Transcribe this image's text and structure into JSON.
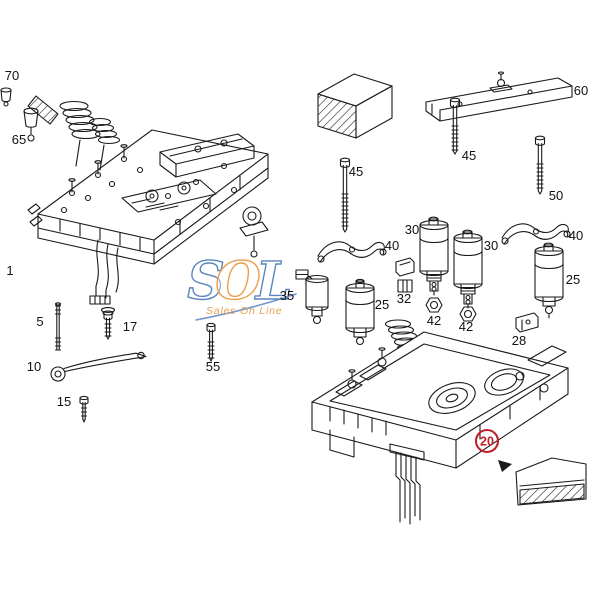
{
  "watermark": {
    "letter_s": "S",
    "letter_o": "O",
    "letter_l": "L",
    "subtitle": "Sales On Line"
  },
  "highlighted_part": {
    "number": "20"
  },
  "part_labels": {
    "p70": "70",
    "p65": "65",
    "p1": "1",
    "p5": "5",
    "p17": "17",
    "p10": "10",
    "p15": "15",
    "p55": "55",
    "p35": "35",
    "p25_mid": "25",
    "p30_left": "30",
    "p30_right": "30",
    "p25_right": "25",
    "p32": "32",
    "p42_left": "42",
    "p42_right": "42",
    "p28": "28",
    "p40_left": "40",
    "p40_right": "40",
    "p45_left": "45",
    "p45_right": "45",
    "p50": "50",
    "p60": "60"
  },
  "colors": {
    "line_ink": "#1a1a1a",
    "highlight_red": "#c2202a",
    "watermark_blue": "#4a79b8",
    "watermark_orange": "#e8953a"
  }
}
